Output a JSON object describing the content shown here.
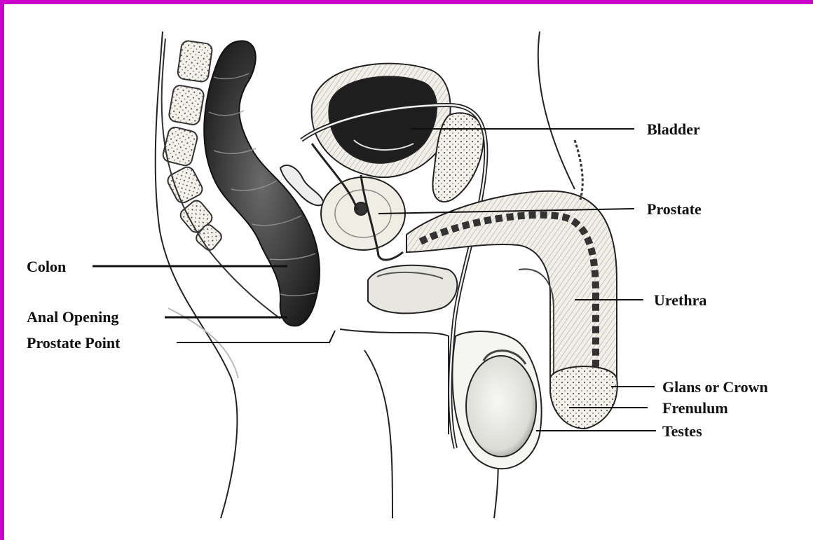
{
  "frame_color": "#cc00cc",
  "line_color": "#111111",
  "labels": {
    "bladder": "Bladder",
    "prostate": "Prostate",
    "colon": "Colon",
    "urethra": "Urethra",
    "anal_opening": "Anal Opening",
    "prostate_point": "Prostate Point",
    "glans": "Glans or Crown",
    "frenulum": "Frenulum",
    "testes": "Testes"
  }
}
